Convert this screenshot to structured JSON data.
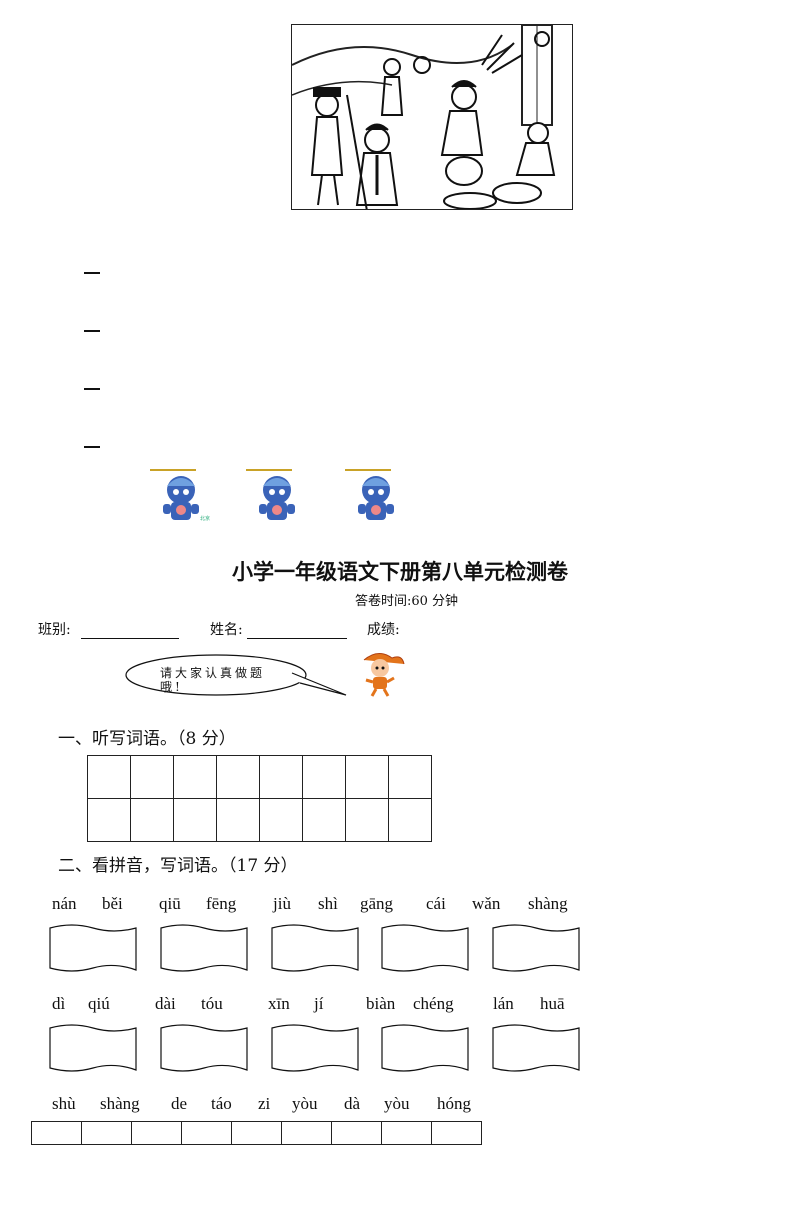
{
  "header": {
    "title": "小学一年级语文下册第八单元检测卷",
    "time_label": "答卷时间:60 分钟"
  },
  "info": {
    "class_label": "班别:",
    "name_label": "姓名:",
    "score_label": "成绩:"
  },
  "speech_bubble": "请大家认真做题哦!",
  "sections": {
    "one": "一、听写词语。（8 分）",
    "two": "二、看拼音，写词语。（17 分）"
  },
  "pinyin": {
    "row1": [
      "nán",
      "běi",
      "qiū",
      "fēng",
      "jiù",
      "shì",
      "gāng",
      "cái",
      "wǎn",
      "shàng"
    ],
    "row2": [
      "dì",
      "qiú",
      "dài",
      "tóu",
      "xīn",
      "jí",
      "biàn",
      "chéng",
      "lán",
      "huā"
    ],
    "row3": [
      "shù",
      "shàng",
      "de",
      "táo",
      "zi",
      "yòu",
      "dà",
      "yòu",
      "hóng"
    ]
  },
  "icons": {
    "top_picture": "classroom-cleaning-illustration",
    "mascot": "olympic-mascot-icon"
  }
}
